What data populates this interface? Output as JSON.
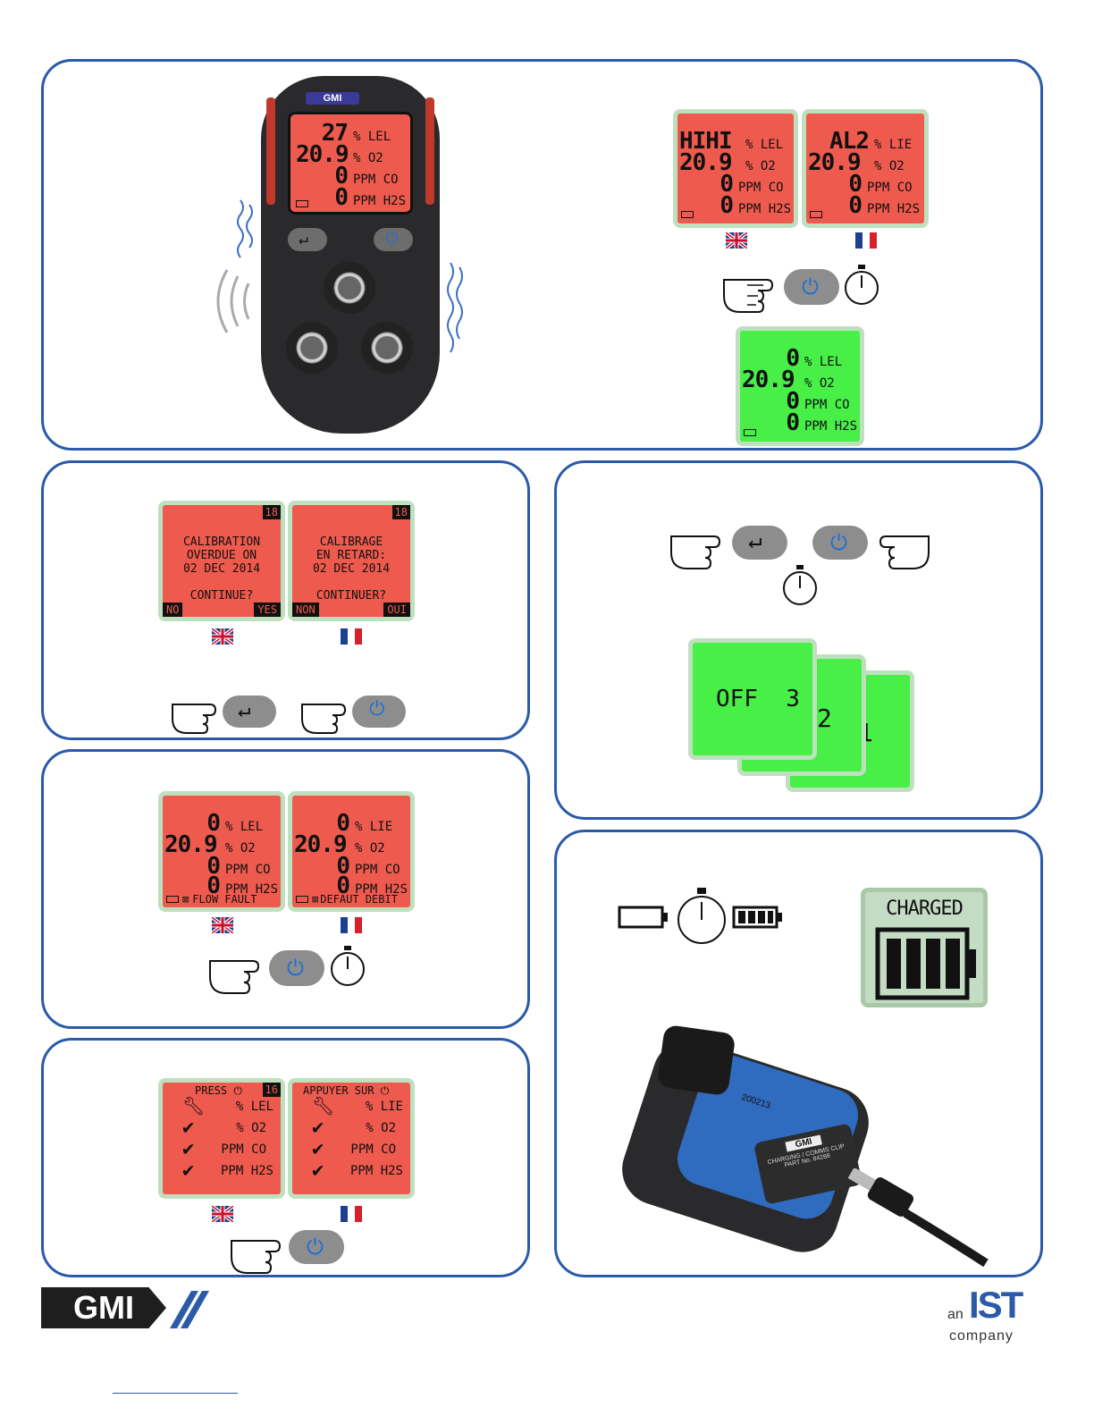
{
  "device": {
    "brand": "GMI",
    "lines": [
      {
        "value": "27",
        "unit": "% LEL"
      },
      {
        "value": "20.9",
        "unit": "% O2"
      },
      {
        "value": "0",
        "unit": "PPM CO"
      },
      {
        "value": "0",
        "unit": "PPM H2S"
      }
    ]
  },
  "alarm": {
    "en": [
      {
        "value": "HIHI",
        "unit": "% LEL"
      },
      {
        "value": "20.9",
        "unit": "% O2"
      },
      {
        "value": "0",
        "unit": "PPM CO"
      },
      {
        "value": "0",
        "unit": "PPM H2S"
      }
    ],
    "fr": [
      {
        "value": "AL2",
        "unit": "% LIE"
      },
      {
        "value": "20.9",
        "unit": "% O2"
      },
      {
        "value": "0",
        "unit": "PPM CO"
      },
      {
        "value": "0",
        "unit": "PPM H2S"
      }
    ],
    "normal": [
      {
        "value": "0",
        "unit": "% LEL"
      },
      {
        "value": "20.9",
        "unit": "% O2"
      },
      {
        "value": "0",
        "unit": "PPM CO"
      },
      {
        "value": "0",
        "unit": "PPM H2S"
      }
    ]
  },
  "calibration": {
    "en": {
      "page": "18",
      "message": "CALIBRATION\nOVERDUE ON\n02 DEC 2014",
      "prompt": "CONTINUE?",
      "left": "NO",
      "right": "YES"
    },
    "fr": {
      "page": "18",
      "message": "CALIBRAGE\nEN RETARD:\n02 DEC 2014",
      "prompt": "CONTINUER?",
      "left": "NON",
      "right": "OUI"
    }
  },
  "flow": {
    "en": {
      "lines": [
        {
          "value": "0",
          "unit": "% LEL"
        },
        {
          "value": "20.9",
          "unit": "% O2"
        },
        {
          "value": "0",
          "unit": "PPM CO"
        },
        {
          "value": "0",
          "unit": "PPM H2S"
        }
      ],
      "fault": "FLOW FAULT"
    },
    "fr": {
      "lines": [
        {
          "value": "0",
          "unit": "% LIE"
        },
        {
          "value": "20.9",
          "unit": "% O2"
        },
        {
          "value": "0",
          "unit": "PPM CO"
        },
        {
          "value": "0",
          "unit": "PPM H2S"
        }
      ],
      "fault": "DEFAUT DEBIT"
    }
  },
  "bumptest": {
    "en": {
      "header": "PRESS",
      "page": "16",
      "units": [
        "% LEL",
        "% O2",
        "PPM CO",
        "PPM H2S"
      ]
    },
    "fr": {
      "header": "APPUYER SUR",
      "units": [
        "% LIE",
        "% O2",
        "PPM CO",
        "PPM H2S"
      ]
    }
  },
  "shutdown": {
    "front": "OFF  3",
    "mid": "2",
    "back": "1"
  },
  "charging": {
    "status": "CHARGED",
    "clip_label": "GMI",
    "clip_text": "CHARGING / COMMS CLIP",
    "clip_part": "PART No. 84288",
    "serial": "200213"
  },
  "footer": {
    "logo_left": "GMI",
    "logo_right_an": "an",
    "logo_right_brand": "IST",
    "logo_right_company": "company"
  },
  "colors": {
    "panel_border": "#2a5aa8",
    "lcd_alarm": "#ef5a4e",
    "lcd_ok": "#47ef47",
    "button_icon": "#1f6fd0"
  }
}
